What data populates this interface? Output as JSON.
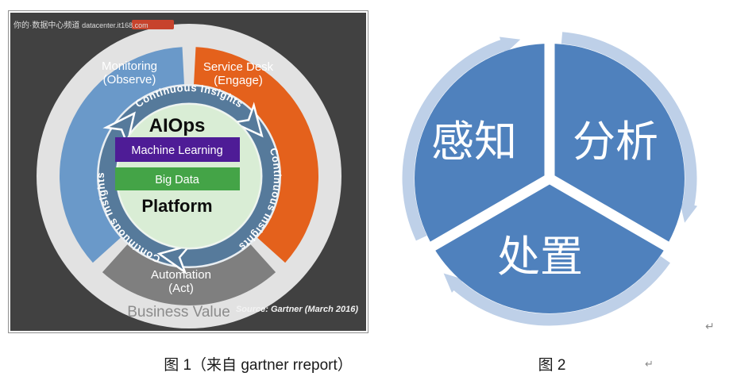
{
  "figure1": {
    "watermark_prefix": "你的·数据中心频道 ",
    "watermark_site": "datacenter.it168.com",
    "segment_blue_line1": "Monitoring",
    "segment_blue_line2": "(Observe)",
    "segment_orange_line1": "Service Desk",
    "segment_orange_line2": "(Engage)",
    "segment_gray_line1": "Automation",
    "segment_gray_line2": "(Act)",
    "ring_text": "Continuous Insights",
    "center_title": "AIOps",
    "box1_label": "Machine Learning",
    "box2_label": "Big Data",
    "center_subtitle": "Platform",
    "outer_label": "Business Value",
    "source_note": "Source: Gartner (March 2016)",
    "caption": "图 1（来自 gartner rreport）",
    "colors": {
      "background": "#414141",
      "outer_ring": "#e2e2e2",
      "monitoring": "#6a99c9",
      "service_desk": "#e4611c",
      "automation": "#7f7f7f",
      "insights_ring": "#567a9b",
      "ring_edge": "#e9eef2",
      "platform_circle": "#d9edd5",
      "machine_learning_box": "#4e1c96",
      "big_data_box": "#44a447",
      "watermark_highlight": "#c7432c"
    }
  },
  "figure2": {
    "sector_top_left": "感知",
    "sector_top_right": "分析",
    "sector_bottom": "处置",
    "caption": "图 2",
    "colors": {
      "sector": "#4f81bd",
      "arrow": "#bed0e8",
      "divider": "#ffffff"
    }
  },
  "marks": {
    "paragraph_return": "↵"
  }
}
